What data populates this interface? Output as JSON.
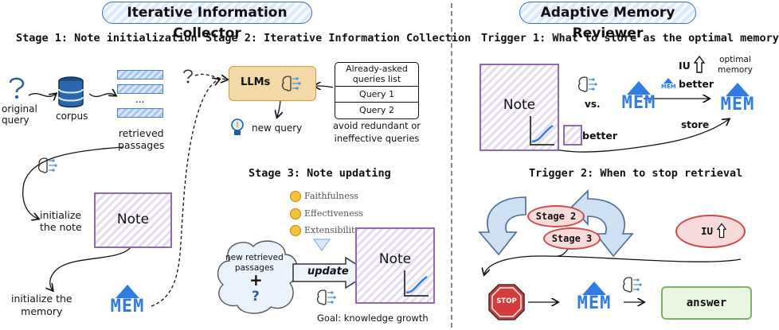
{
  "left_header": "Iterative Information Collector",
  "right_header": "Adaptive Memory Reviewer",
  "stage1": {
    "title": "Stage 1: Note initialization",
    "original_query": "original\nquery",
    "corpus": "corpus",
    "ellipsis": "...",
    "retrieved_passages": "retrieved\npassages",
    "initialize_note": "initialize\nthe note",
    "note": "Note",
    "initialize_memory": "initialize the\nmemory",
    "mem": "MEM"
  },
  "stage2": {
    "title": "Stage 2: Iterative Information Collection",
    "llms": "LLMs",
    "already_asked": "Already-asked\nqueries list",
    "query1": "Query 1",
    "query2": "Query 2",
    "new_query": "new query",
    "avoid": "avoid redundant or\nineffective queries"
  },
  "stage3": {
    "title": "Stage 3: Note updating",
    "criteria": [
      "Faithfulness",
      "Effectiveness",
      "Extensibility"
    ],
    "new_retrieved": "new retrieved\npassages",
    "plus": "+",
    "question": "?",
    "update": "update",
    "note": "Note",
    "goal": "Goal: knowledge growth"
  },
  "trigger1": {
    "title": "Trigger 1: What to store as the optimal memory",
    "note": "Note",
    "vs": "vs.",
    "better": "better",
    "better2": "better",
    "iu": "IU",
    "optimal_memory": "optimal\nmemory",
    "store": "store",
    "mem": "MEM",
    "mem_small": "MEM"
  },
  "trigger2": {
    "title": "Trigger 2: When to stop retrieval",
    "stage2": "Stage 2",
    "stage3": "Stage 3",
    "iu": "IU",
    "stop": "STOP",
    "mem": "MEM",
    "answer": "answer"
  },
  "colors": {
    "accent_blue": "#2f7de1",
    "note_purple": "#8e6bb0",
    "llm_orange": "#f3d9a8",
    "stop_red": "#d63b3b",
    "answer_green": "#e8f5e0"
  }
}
